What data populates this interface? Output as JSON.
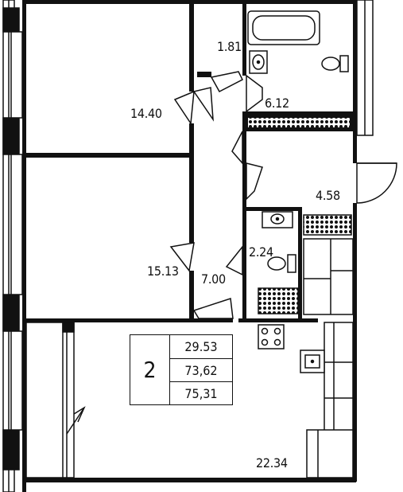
{
  "plan": {
    "rooms": [
      {
        "id": "bedroom-top",
        "area": "14.40"
      },
      {
        "id": "bathroom",
        "area": "1.81"
      },
      {
        "id": "wc",
        "area": "6.12"
      },
      {
        "id": "hall",
        "area": "4.58"
      },
      {
        "id": "bathroom-small",
        "area": "2.24"
      },
      {
        "id": "bedroom-bottom",
        "area": "15.13"
      },
      {
        "id": "corridor",
        "area": "7.00"
      },
      {
        "id": "kitchen-living",
        "area": "22.34"
      }
    ],
    "summary": {
      "rooms_count": "2",
      "living_area": "29.53",
      "total_area": "73,62",
      "total_area_with_balcony": "75,31"
    }
  }
}
